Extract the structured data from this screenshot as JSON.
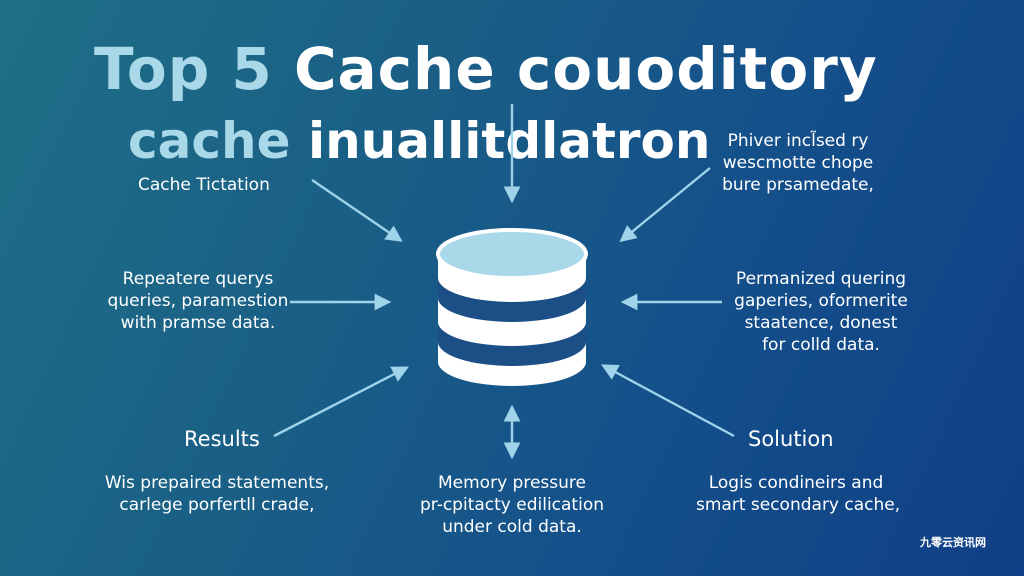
{
  "title": {
    "line1_lite": "Top 5 ",
    "line1_main": "Cache couoditory",
    "line2_lite": "cache ",
    "line2_main": "inuallitdlatron"
  },
  "nodes": {
    "top_left": {
      "lines": [
        "Cache Tictation"
      ]
    },
    "top_right": {
      "lines": [
        "Phiver incl̃sed ry",
        "wescmotte chope",
        "bure prsamedate,"
      ]
    },
    "mid_left": {
      "lines": [
        "Repeatere querys",
        "queries, paramestion",
        "with pramse  data."
      ]
    },
    "mid_right": {
      "lines": [
        "Permanized quering",
        "gaperies, oformerite",
        "staatence, donest",
        "for colld data."
      ]
    },
    "bottom_left": {
      "heading": "Results",
      "lines": [
        "Wis prepaired statements,",
        "carlege porfertll crade,"
      ]
    },
    "bottom_center": {
      "lines": [
        "Memory pressure",
        "pr-cpitacty edilication",
        "under cold data."
      ]
    },
    "bottom_right": {
      "heading": "Solution",
      "lines": [
        "Logis condineirs and",
        "smart secondary cache,"
      ]
    }
  },
  "icons": {
    "center": "database-icon"
  },
  "colors": {
    "background_start": "#1e6f86",
    "background_end": "#0f3f86",
    "accent_light": "#a9d8e8",
    "arrow": "#9fd3ea",
    "db_body": "#ffffff",
    "db_band": "#1b4f86"
  },
  "watermark": "九零云资讯网"
}
